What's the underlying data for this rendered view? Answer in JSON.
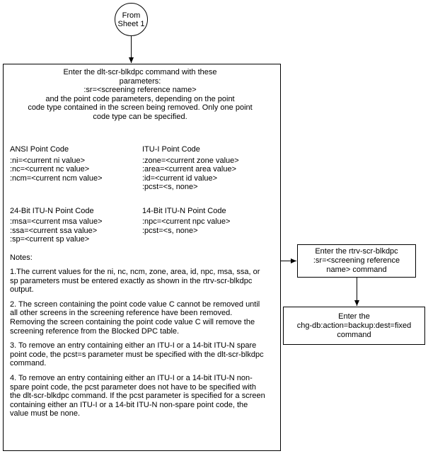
{
  "colors": {
    "line": "#000000",
    "background": "#ffffff",
    "text": "#000000"
  },
  "start_node": {
    "lines": [
      "From",
      "Sheet 1"
    ]
  },
  "main_box": {
    "intro_lines": [
      "Enter the dlt-scr-blkdpc command with these",
      "parameters:",
      ":sr=<screening reference name>",
      "and the point code parameters, depending on the point",
      "code type contained in the screen being removed. Only one point",
      "code type can be specified."
    ],
    "ansi": {
      "title": "ANSI Point Code",
      "params": [
        ":ni=<current ni value>",
        ":nc=<current nc value>",
        ":ncm=<current ncm value>"
      ]
    },
    "itu_i": {
      "title": "ITU-I Point Code",
      "params": [
        ":zone=<current zone value>",
        ":area=<current area value>",
        ":id=<current id value>",
        ":pcst=<s, none>"
      ]
    },
    "itu_n_24": {
      "title": "24-Bit ITU-N Point Code",
      "params": [
        ":msa=<current msa value>",
        ":ssa=<current ssa value>",
        ":sp=<current sp value>"
      ]
    },
    "itu_n_14": {
      "title": "14-Bit ITU-N Point Code",
      "params": [
        ":npc=<current npc value>",
        ":pcst=<s, none>"
      ]
    },
    "notes_label": "Notes:",
    "notes": [
      "1.The current values for the ni, nc, ncm, zone, area, id, npc, msa, ssa, or sp parameters must be entered exactly as shown in the rtrv-scr-blkdpc output.",
      "2. The screen containing the point code value C cannot be removed until all other screens in the screening reference have been removed. Removing the screen containing the point code value C will remove the screening reference from the Blocked DPC table.",
      "3. To remove an entry containing either an ITU-I or a 14-bit ITU-N spare point code, the pcst=s parameter must be specified with the dlt-scr-blkdpc command.",
      "4. To remove an entry containing either an ITU-I or a 14-bit ITU-N non-spare point code, the pcst parameter does not have to be specified with the dlt-scr-blkdpc command.  If the pcst parameter is specified for a screen containing either an ITU-I or a 14-bit ITU-N non-spare point code, the value must be none."
    ]
  },
  "rtrv_box": {
    "lines": [
      "Enter the rtrv-scr-blkdpc",
      ":sr=<screening reference",
      "name> command"
    ]
  },
  "chgdb_box": {
    "lines": [
      "Enter the",
      "chg-db:action=backup:dest=fixed",
      "command"
    ]
  }
}
